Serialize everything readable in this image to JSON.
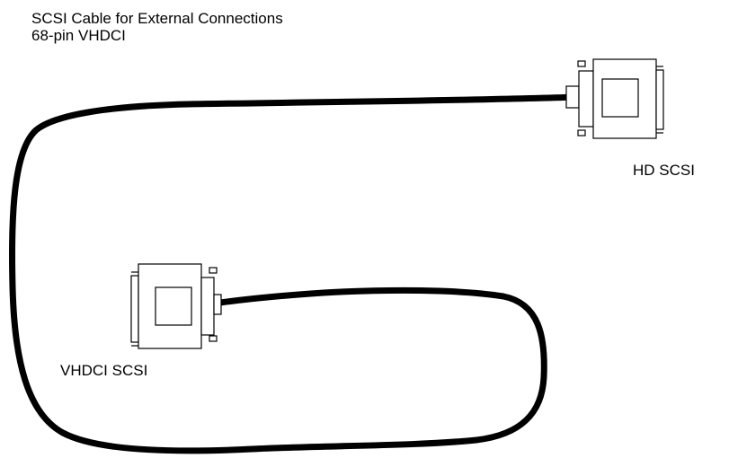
{
  "title": {
    "line1": "SCSI Cable for External Connections",
    "line2": "68-pin VHDCI"
  },
  "connectors": {
    "hd": {
      "label": "HD SCSI"
    },
    "vhdci": {
      "label": "VHDCI SCSI"
    }
  },
  "colors": {
    "stroke": "#000000",
    "background": "#ffffff"
  }
}
